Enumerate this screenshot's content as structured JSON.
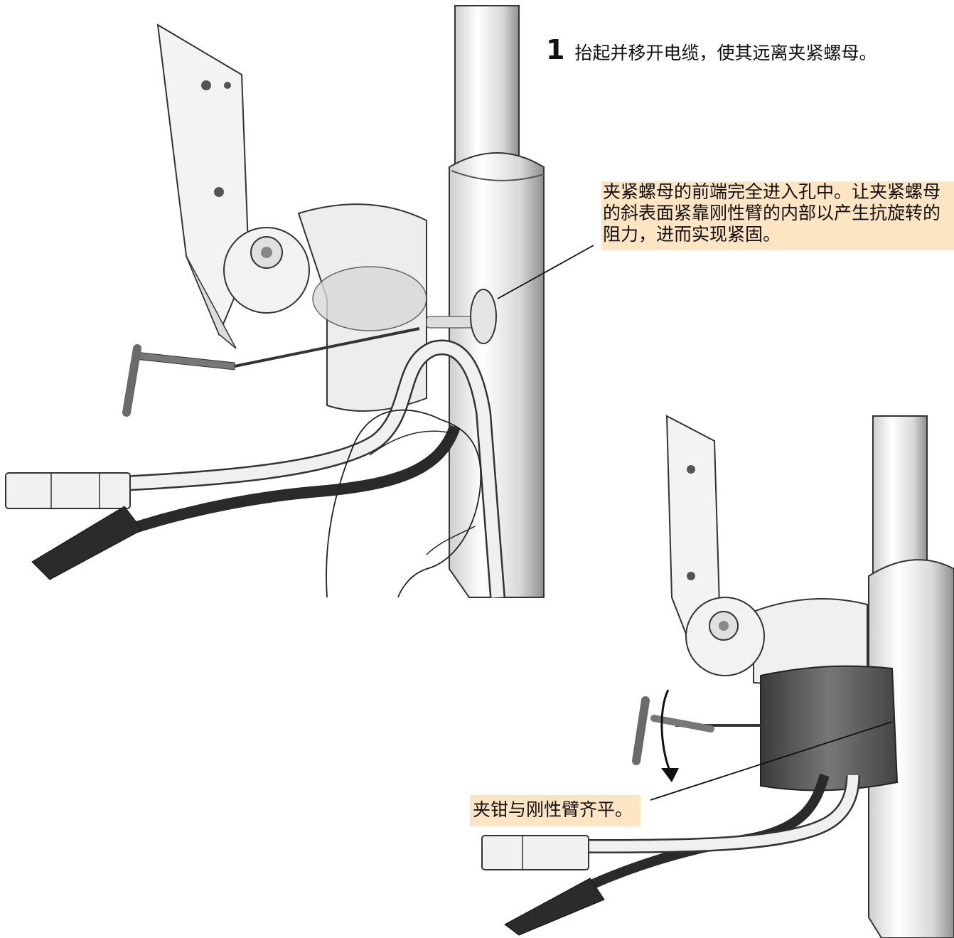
{
  "step": {
    "number": "1",
    "text": "抬起并移开电缆，使其远离夹紧螺母。"
  },
  "callouts": [
    {
      "text": "夹紧螺母的前端完全进入孔中。让夹紧螺母的斜表面紧靠刚性臂的内部以产生抗旋转的阻力，进而实现紧固。"
    },
    {
      "text": "夹钳与刚性臂齐平。"
    }
  ],
  "colors": {
    "callout_background": "#fde5c4"
  }
}
